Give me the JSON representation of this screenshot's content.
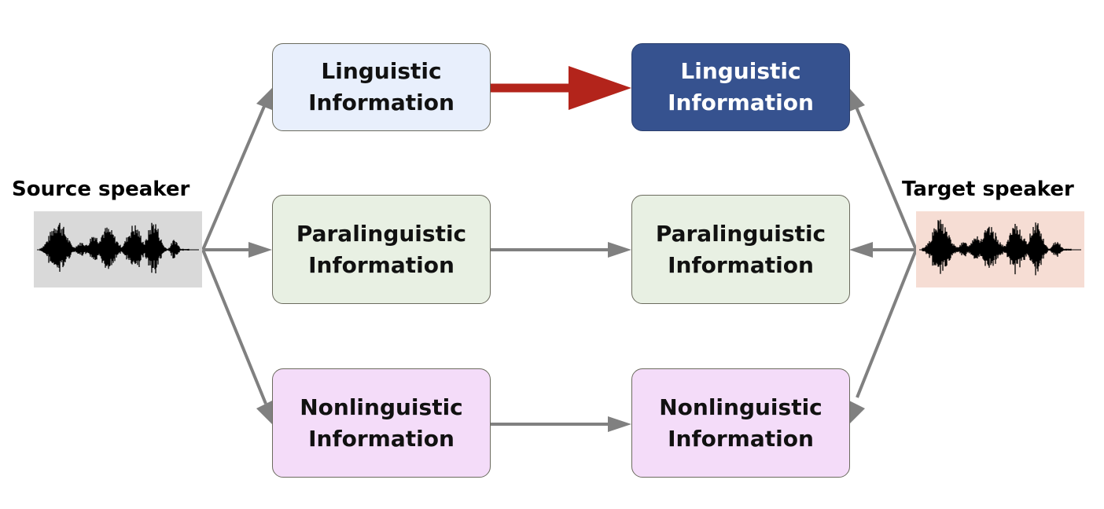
{
  "source": {
    "label": "Source speaker",
    "bg": "#d9d9d9"
  },
  "target": {
    "label": "Target speaker",
    "bg": "#f6ddd4"
  },
  "left_boxes": [
    {
      "line1": "Linguistic",
      "line2": "Information",
      "bg": "#e8effc"
    },
    {
      "line1": "Paralinguistic",
      "line2": "Information",
      "bg": "#e8f0e3"
    },
    {
      "line1": "Nonlinguistic",
      "line2": "Information",
      "bg": "#f4dcf9"
    }
  ],
  "right_boxes": [
    {
      "line1": "Linguistic",
      "line2": "Information",
      "bg": "#36528f",
      "fg": "#ffffff"
    },
    {
      "line1": "Paralinguistic",
      "line2": "Information",
      "bg": "#e8f0e3"
    },
    {
      "line1": "Nonlinguistic",
      "line2": "Information",
      "bg": "#f4dcf9"
    }
  ],
  "colors": {
    "arrow": "#808080",
    "highlight_arrow": "#b3241b"
  }
}
